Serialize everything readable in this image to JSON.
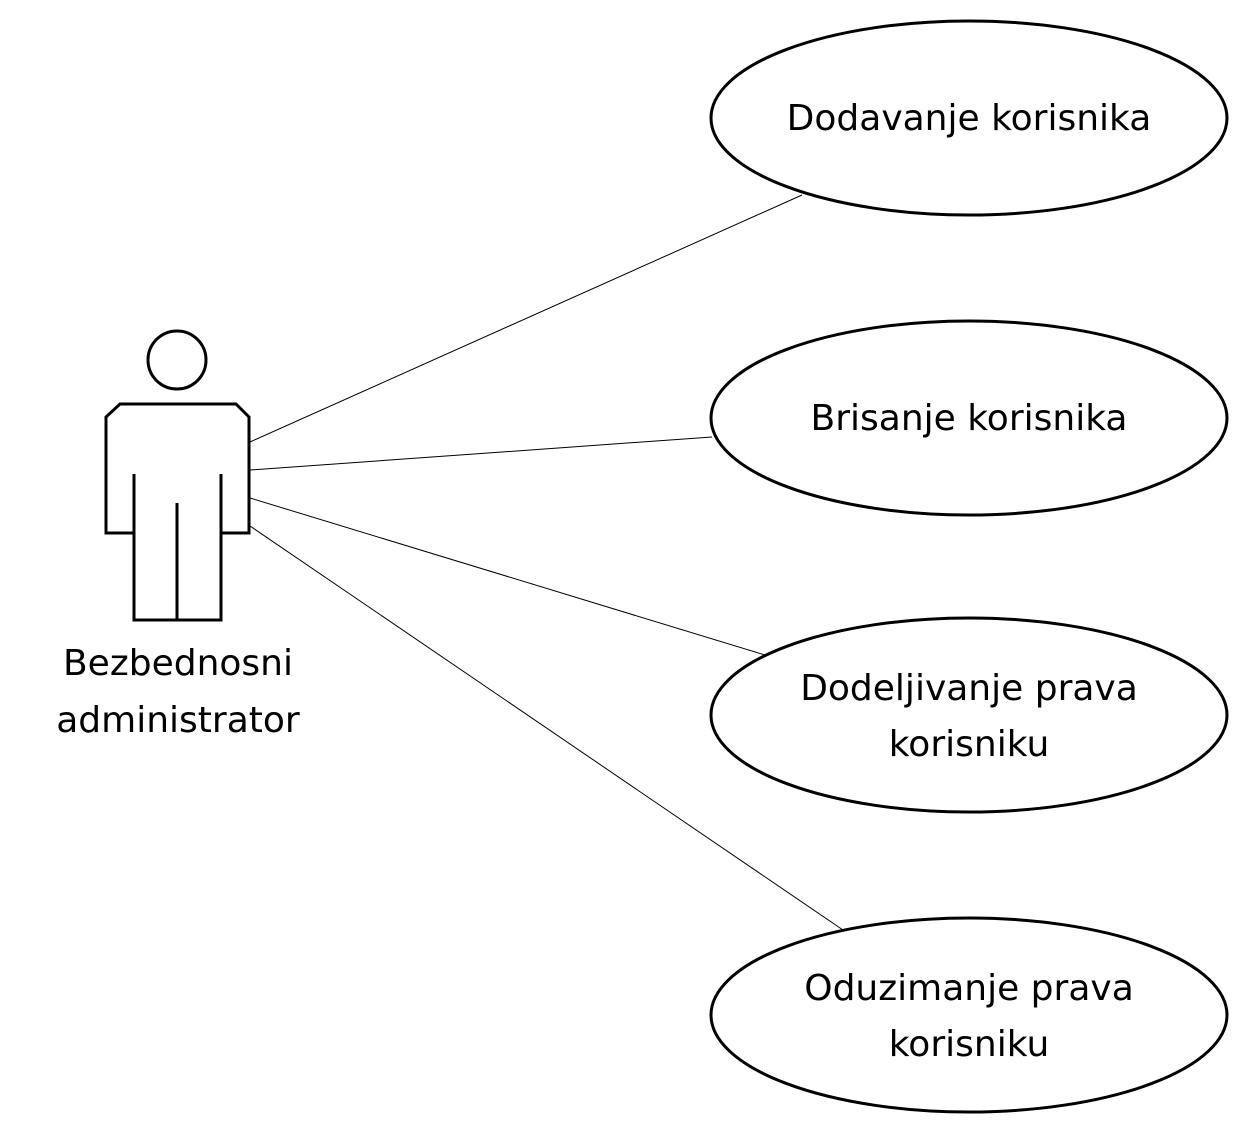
{
  "actor": {
    "name_line1": "Bezbednosni",
    "name_line2": "administrator"
  },
  "use_cases": [
    {
      "line1": "Dodavanje korisnika",
      "line2": ""
    },
    {
      "line1": "Brisanje korisnika",
      "line2": ""
    },
    {
      "line1": "Dodeljivanje prava",
      "line2": "korisniku"
    },
    {
      "line1": "Oduzimanje prava",
      "line2": "korisniku"
    }
  ]
}
